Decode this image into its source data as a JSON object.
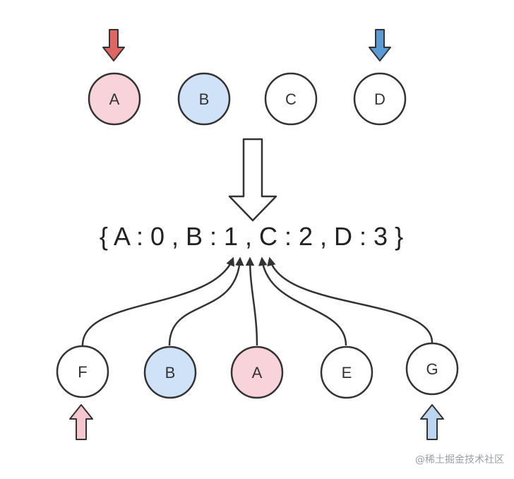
{
  "top_row": {
    "nodes": [
      {
        "label": "A",
        "fill": "#f9d3da"
      },
      {
        "label": "B",
        "fill": "#cfe2f8"
      },
      {
        "label": "C",
        "fill": "#ffffff"
      },
      {
        "label": "D",
        "fill": "#ffffff"
      }
    ],
    "start_pointer_color": "#e06666",
    "end_pointer_color": "#5b9bd5"
  },
  "key_index_map": "{ A : 0 , B : 1 , C : 2 , D : 3 }",
  "bottom_row": {
    "nodes": [
      {
        "label": "F",
        "fill": "#ffffff"
      },
      {
        "label": "B",
        "fill": "#cfe2f8"
      },
      {
        "label": "A",
        "fill": "#f9d3da"
      },
      {
        "label": "E",
        "fill": "#ffffff"
      },
      {
        "label": "G",
        "fill": "#ffffff"
      }
    ],
    "start_pointer_color": "#f4c7cf",
    "end_pointer_color": "#bcd6f2"
  },
  "watermark": "@稀土掘金技术社区"
}
